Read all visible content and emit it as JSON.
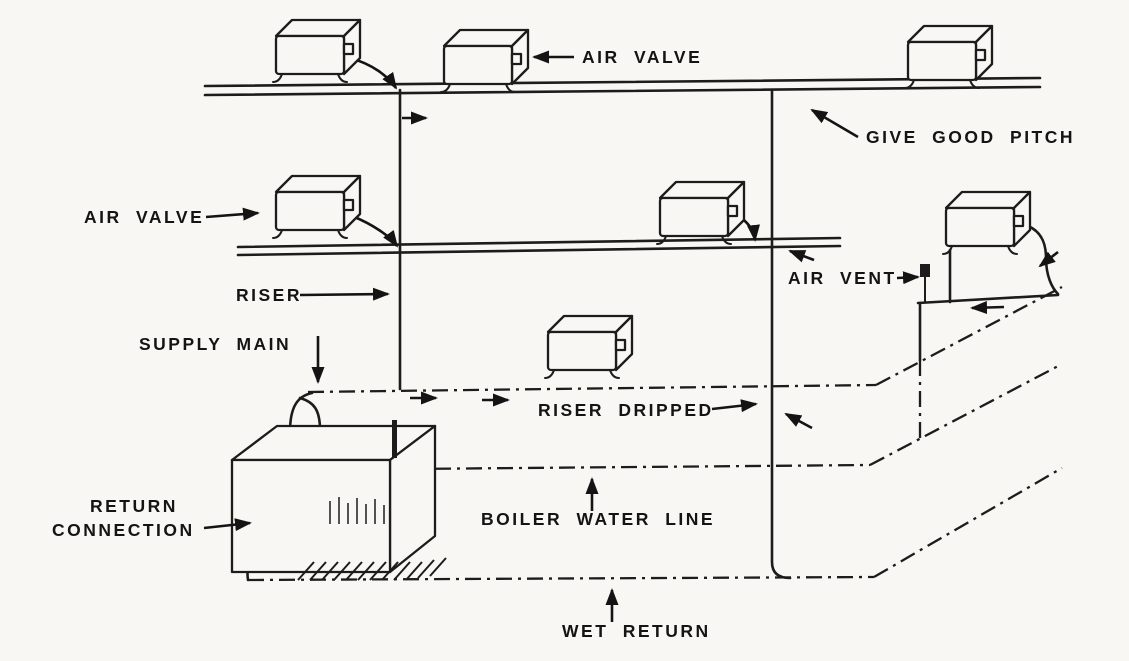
{
  "diagram": {
    "subject": "One-pipe steam heating system piping diagram",
    "colors": {
      "ink": "#1c1c1c",
      "paper": "#f8f7f3"
    },
    "labels": {
      "air_valve_top": "AIR VALVE",
      "give_good_pitch": "GIVE GOOD PITCH",
      "air_valve_left": "AIR VALVE",
      "riser": "RISER",
      "air_vent": "AIR VENT",
      "supply_main": "SUPPLY MAIN",
      "riser_dripped": "RISER DRIPPED",
      "return_connection_l1": "RETURN",
      "return_connection_l2": "CONNECTION",
      "boiler_water_line": "BOILER WATER LINE",
      "wet_return": "WET RETURN"
    }
  }
}
